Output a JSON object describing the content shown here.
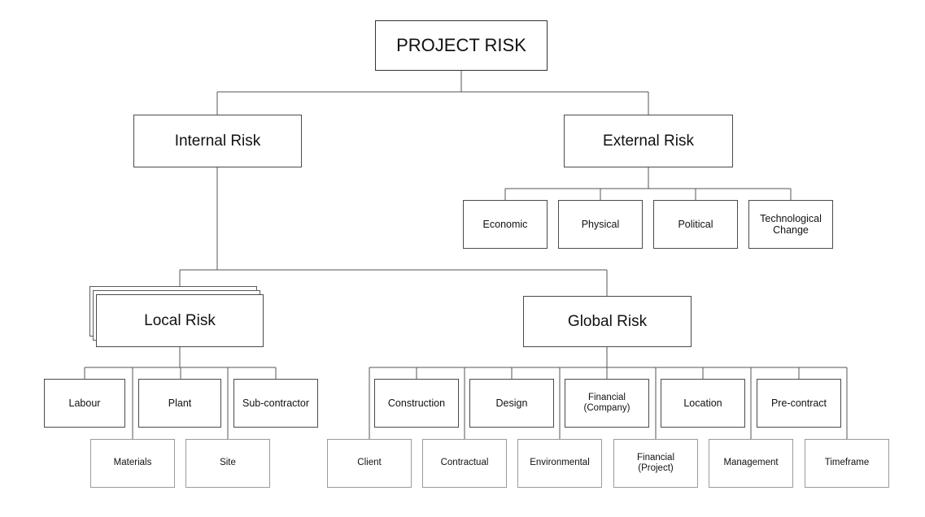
{
  "diagram": {
    "root": "PROJECT RISK",
    "internal": "Internal Risk",
    "external": "External Risk",
    "external_children": [
      "Economic",
      "Physical",
      "Political",
      "Technological\nChange"
    ],
    "local": "Local Risk",
    "global": "Global Risk",
    "local_children": [
      "Labour",
      "Materials",
      "Plant",
      "Site",
      "Sub-contractor"
    ],
    "global_children": [
      "Client",
      "Construction",
      "Contractual",
      "Design",
      "Environmental",
      "Financial\n(Company)",
      "Financial\n(Project)",
      "Location",
      "Management",
      "Pre-contract",
      "Timeframe"
    ]
  }
}
